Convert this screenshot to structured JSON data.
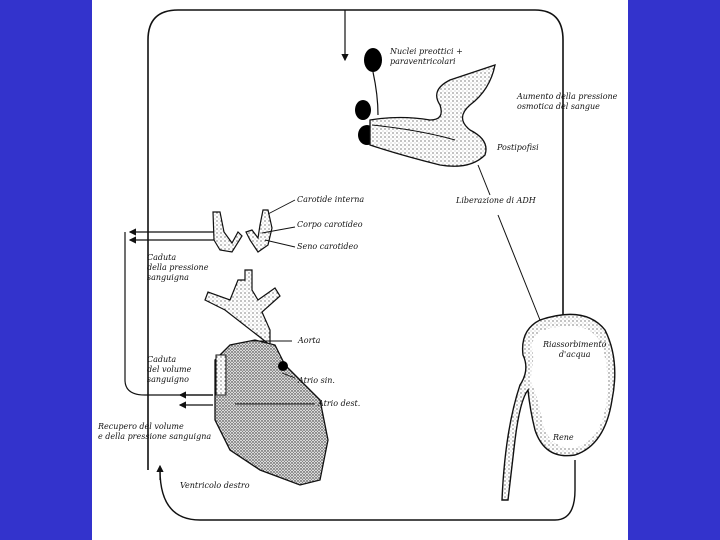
{
  "colors": {
    "background": "#3333CC",
    "panel": "#FFFFFF",
    "ink": "#111111"
  },
  "labels": {
    "nuclei": "Nuclei preottici +\nparaventricolari",
    "osmotic_pressure": "Aumento della pressione\nosmotica del sangue",
    "posterior_pituitary": "Postipofisi",
    "adh_release": "Liberazione di ADH",
    "internal_carotid": "Carotide interna",
    "carotid_body": "Corpo carotideo",
    "carotid_sinus": "Seno carotideo",
    "pressure_drop": "Caduta\ndella pressione\nsanguigna",
    "volume_drop": "Caduta\ndel volume\nsanguigno",
    "recovery": "Recupero del volume\ne della pressione sanguigna",
    "aorta": "Aorta",
    "left_atrium": "Atrio sin.",
    "right_atrium": "Atrio dest.",
    "right_ventricle": "Ventricolo destro",
    "water_reabsorption": "Riassorbimento\nd'acqua",
    "kidney": "Rene"
  }
}
